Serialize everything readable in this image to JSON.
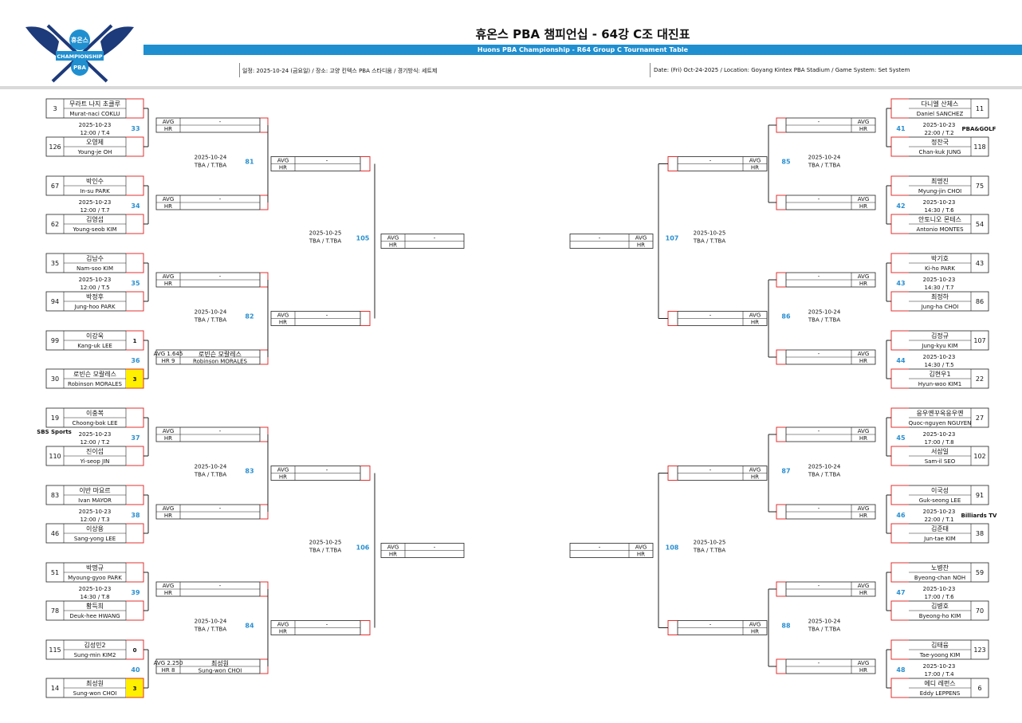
{
  "header": {
    "title": "휴온스 PBA 챔피언십 - 64강 C조 대진표",
    "subtitle": "Huons PBA Championship - R64 Group C Tournament Table",
    "info_kr": "일정: 2025-10-24 (금요일) / 장소: 고양 킨텍스 PBA 스타디움 / 경기방식: 세트제",
    "info_en": "Date: (Fri) Oct-24-2025 / Location: Goyang Kintex PBA Stadium / Game System: Set System",
    "logo_text_top": "휴온스",
    "logo_text_mid": "CHAMPIONSHIP",
    "logo_text_bot": "PBA"
  },
  "colors": {
    "accent": "#1f8fd0",
    "bracket": "#e03030",
    "winner": "#ffef00",
    "match_no": "#2a8fd0"
  },
  "labels": {
    "avg": "AVG",
    "hr": "HR",
    "dash": "-"
  },
  "left_matches": [
    {
      "no": "33",
      "date": "2025-10-23",
      "time": "12:00 / T.4",
      "p1": {
        "seed": "3",
        "kr": "무라트 나지 초클루",
        "en": "Murat-naci COKLU",
        "score": ""
      },
      "p2": {
        "seed": "126",
        "kr": "오영제",
        "en": "Young-je OH",
        "score": ""
      },
      "result": {
        "avg": "AVG",
        "hr": "HR",
        "kr": "-",
        "en": ""
      }
    },
    {
      "no": "34",
      "date": "2025-10-23",
      "time": "12:00 / T.7",
      "p1": {
        "seed": "67",
        "kr": "박인수",
        "en": "In-su PARK",
        "score": ""
      },
      "p2": {
        "seed": "62",
        "kr": "김영섭",
        "en": "Young-seob KIM",
        "score": ""
      },
      "result": {
        "avg": "AVG",
        "hr": "HR",
        "kr": "-",
        "en": ""
      }
    },
    {
      "no": "35",
      "date": "2025-10-23",
      "time": "12:00 / T.5",
      "p1": {
        "seed": "35",
        "kr": "김남수",
        "en": "Nam-soo KIM",
        "score": ""
      },
      "p2": {
        "seed": "94",
        "kr": "박정후",
        "en": "Jung-hoo PARK",
        "score": ""
      },
      "result": {
        "avg": "AVG",
        "hr": "HR",
        "kr": "-",
        "en": ""
      }
    },
    {
      "no": "36",
      "date": "",
      "time": "",
      "p1": {
        "seed": "99",
        "kr": "이강욱",
        "en": "Kang-uk LEE",
        "score": "1"
      },
      "p2": {
        "seed": "30",
        "kr": "로빈슨 모랄레스",
        "en": "Robinson MORALES",
        "score": "3",
        "win": true
      },
      "result": {
        "avg": "AVG 1.645",
        "hr": "HR 9",
        "kr": "로빈슨 모랄레스",
        "en": "Robinson MORALES"
      }
    },
    {
      "no": "37",
      "date": "2025-10-23",
      "time": "12:00 / T.2",
      "p1": {
        "seed": "19",
        "kr": "이충복",
        "en": "Choong-bok LEE",
        "score": ""
      },
      "p2": {
        "seed": "110",
        "kr": "진이섭",
        "en": "Yi-seop JIN",
        "score": ""
      },
      "result": {
        "avg": "AVG",
        "hr": "HR",
        "kr": "-",
        "en": ""
      },
      "broadcast": "SBS Sports"
    },
    {
      "no": "38",
      "date": "2025-10-23",
      "time": "12:00 / T.3",
      "p1": {
        "seed": "83",
        "kr": "이반 마요르",
        "en": "Ivan MAYOR",
        "score": ""
      },
      "p2": {
        "seed": "46",
        "kr": "이상용",
        "en": "Sang-yong LEE",
        "score": ""
      },
      "result": {
        "avg": "AVG",
        "hr": "HR",
        "kr": "-",
        "en": ""
      }
    },
    {
      "no": "39",
      "date": "2025-10-23",
      "time": "14:30 / T.8",
      "p1": {
        "seed": "51",
        "kr": "박명규",
        "en": "Myoung-gyoo PARK",
        "score": ""
      },
      "p2": {
        "seed": "78",
        "kr": "황득희",
        "en": "Deuk-hee HWANG",
        "score": ""
      },
      "result": {
        "avg": "AVG",
        "hr": "HR",
        "kr": "-",
        "en": ""
      }
    },
    {
      "no": "40",
      "date": "",
      "time": "",
      "p1": {
        "seed": "115",
        "kr": "김성민2",
        "en": "Sung-min KIM2",
        "score": "0"
      },
      "p2": {
        "seed": "14",
        "kr": "최성원",
        "en": "Sung-won CHOI",
        "score": "3",
        "win": true
      },
      "result": {
        "avg": "AVG 2.250",
        "hr": "HR 8",
        "kr": "최성원",
        "en": "Sung-won CHOI"
      }
    }
  ],
  "right_matches": [
    {
      "no": "41",
      "date": "2025-10-23",
      "time": "22:00 / T.2",
      "p1": {
        "seed": "11",
        "kr": "다니엘 산체스",
        "en": "Daniel SANCHEZ"
      },
      "p2": {
        "seed": "118",
        "kr": "정찬국",
        "en": "Chan-kuk JUNG"
      },
      "broadcast": "PBA&GOLF"
    },
    {
      "no": "42",
      "date": "2025-10-23",
      "time": "14:30 / T.6",
      "p1": {
        "seed": "75",
        "kr": "최명진",
        "en": "Myung-jin CHOI"
      },
      "p2": {
        "seed": "54",
        "kr": "안토니오 몬테스",
        "en": "Antonio MONTES"
      }
    },
    {
      "no": "43",
      "date": "2025-10-23",
      "time": "14:30 / T.7",
      "p1": {
        "seed": "43",
        "kr": "박기호",
        "en": "Ki-ho PARK"
      },
      "p2": {
        "seed": "86",
        "kr": "최정하",
        "en": "Jung-ha CHOI"
      }
    },
    {
      "no": "44",
      "date": "2025-10-23",
      "time": "14:30 / T.5",
      "p1": {
        "seed": "107",
        "kr": "김정규",
        "en": "Jung-kyu KIM"
      },
      "p2": {
        "seed": "22",
        "kr": "김현우1",
        "en": "Hyun-woo KIM1"
      }
    },
    {
      "no": "45",
      "date": "2025-10-23",
      "time": "17:00 / T.8",
      "p1": {
        "seed": "27",
        "kr": "응우옌꾸옥응우옌",
        "en": "Quoc-nguyen NGUYEN"
      },
      "p2": {
        "seed": "102",
        "kr": "서삼일",
        "en": "Sam-il SEO"
      }
    },
    {
      "no": "46",
      "date": "2025-10-23",
      "time": "22:00 / T.1",
      "p1": {
        "seed": "91",
        "kr": "이국성",
        "en": "Guk-seong LEE"
      },
      "p2": {
        "seed": "38",
        "kr": "김준태",
        "en": "Jun-tae KIM"
      },
      "broadcast": "Billiards TV"
    },
    {
      "no": "47",
      "date": "2025-10-23",
      "time": "17:00 / T.6",
      "p1": {
        "seed": "59",
        "kr": "노병찬",
        "en": "Byeong-chan NOH"
      },
      "p2": {
        "seed": "70",
        "kr": "김병호",
        "en": "Byeong-ho KIM"
      }
    },
    {
      "no": "48",
      "date": "2025-10-23",
      "time": "17:00 / T.4",
      "p1": {
        "seed": "123",
        "kr": "김태융",
        "en": "Tae-yoong KIM"
      },
      "p2": {
        "seed": "6",
        "kr": "에디 레펀스",
        "en": "Eddy LEPPENS"
      }
    }
  ],
  "round2_left": [
    {
      "no": "81",
      "date": "2025-10-24",
      "time": "TBA / T.TBA"
    },
    {
      "no": "82",
      "date": "2025-10-24",
      "time": "TBA / T.TBA"
    },
    {
      "no": "83",
      "date": "2025-10-24",
      "time": "TBA / T.TBA"
    },
    {
      "no": "84",
      "date": "2025-10-24",
      "time": "TBA / T.TBA"
    }
  ],
  "round2_right": [
    {
      "no": "85",
      "date": "2025-10-24",
      "time": "TBA / T.TBA"
    },
    {
      "no": "86",
      "date": "2025-10-24",
      "time": "TBA / T.TBA"
    },
    {
      "no": "87",
      "date": "2025-10-24",
      "time": "TBA / T.TBA"
    },
    {
      "no": "88",
      "date": "2025-10-24",
      "time": "TBA / T.TBA"
    }
  ],
  "round3_left": [
    {
      "no": "105",
      "date": "2025-10-25",
      "time": "TBA / T.TBA"
    },
    {
      "no": "106",
      "date": "2025-10-25",
      "time": "TBA / T.TBA"
    }
  ],
  "round3_right": [
    {
      "no": "107",
      "date": "2025-10-25",
      "time": "TBA / T.TBA"
    },
    {
      "no": "108",
      "date": "2025-10-25",
      "time": "TBA / T.TBA"
    }
  ]
}
